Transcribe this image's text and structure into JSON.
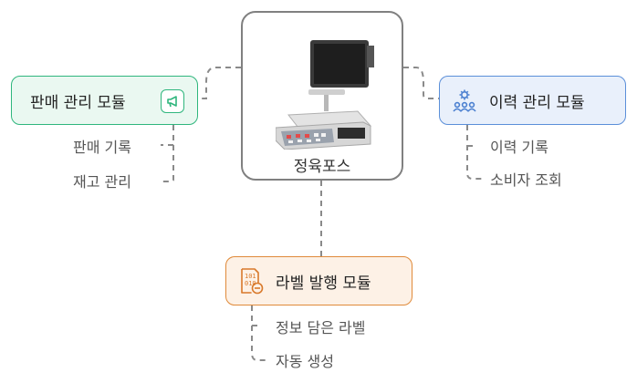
{
  "center": {
    "label": "정육포스",
    "image": "pos-scale-terminal"
  },
  "modules": {
    "sales": {
      "title": "판매 관리 모듈",
      "icon": "megaphone-icon",
      "color": "#2fb67d",
      "children": [
        "판매 기록",
        "재고 관리"
      ]
    },
    "history": {
      "title": "이력 관리 모듈",
      "icon": "people-gear-icon",
      "color": "#5b8fd9",
      "children": [
        "이력 기록",
        "소비자 조회"
      ]
    },
    "label": {
      "title": "라벨 발행 모듈",
      "icon": "binary-document-icon",
      "color": "#e08a3a",
      "children": [
        "정보 담은 라벨",
        "자동 생성"
      ]
    }
  }
}
